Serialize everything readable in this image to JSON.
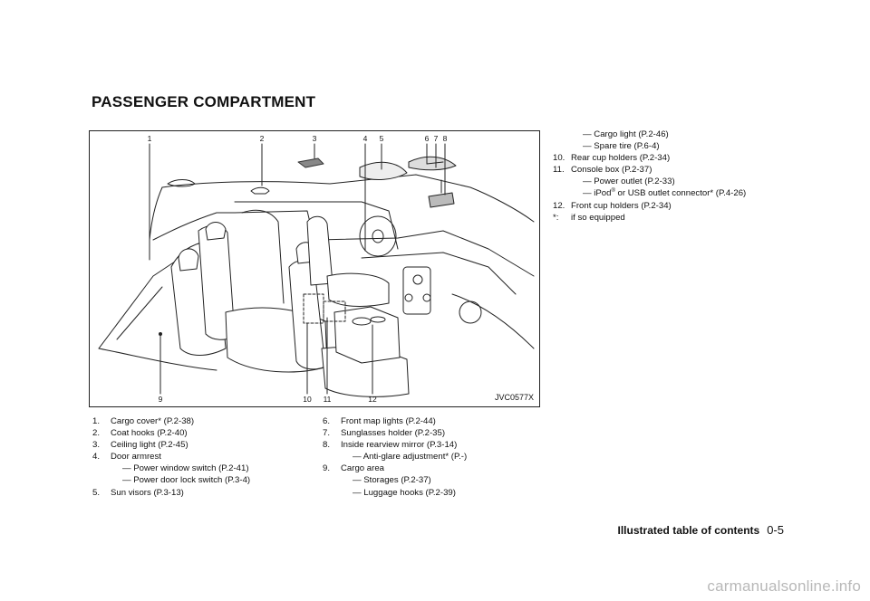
{
  "heading": "PASSENGER COMPARTMENT",
  "figure": {
    "code": "JVC0577X",
    "callouts_top": [
      "1",
      "2",
      "3",
      "4",
      "5",
      "6",
      "7",
      "8"
    ],
    "callouts_bottom": [
      "9",
      "10",
      "11",
      "12"
    ]
  },
  "legend_left": [
    {
      "num": "1.",
      "text": "Cargo cover* (P.2-38)"
    },
    {
      "num": "2.",
      "text": "Coat hooks (P.2-40)"
    },
    {
      "num": "3.",
      "text": "Ceiling light (P.2-45)"
    },
    {
      "num": "4.",
      "text": "Door armrest"
    },
    {
      "num": "",
      "text": "— Power window switch (P.2-41)"
    },
    {
      "num": "",
      "text": "— Power door lock switch (P.3-4)"
    },
    {
      "num": "5.",
      "text": "Sun visors (P.3-13)"
    }
  ],
  "legend_middle": [
    {
      "num": "6.",
      "text": "Front map lights (P.2-44)"
    },
    {
      "num": "7.",
      "text": "Sunglasses holder (P.2-35)"
    },
    {
      "num": "8.",
      "text": "Inside rearview mirror (P.3-14)"
    },
    {
      "num": "",
      "text": "— Anti-glare adjustment* (P.-)"
    },
    {
      "num": "9.",
      "text": "Cargo area"
    },
    {
      "num": "",
      "text": "— Storages (P.2-37)"
    },
    {
      "num": "",
      "text": "— Luggage hooks (P.2-39)"
    }
  ],
  "legend_right": [
    {
      "num": "",
      "text": "— Cargo light (P.2-46)"
    },
    {
      "num": "",
      "text": "— Spare tire (P.6-4)"
    },
    {
      "num": "10.",
      "text": "Rear cup holders (P.2-34)"
    },
    {
      "num": "11.",
      "text": "Console box (P.2-37)"
    },
    {
      "num": "",
      "text": "— Power outlet (P.2-33)"
    },
    {
      "num": "",
      "text": "— iPod",
      "sup": "®",
      "after": " or USB outlet connector* (P.4-26)"
    },
    {
      "num": "12.",
      "text": "Front cup holders (P.2-34)"
    },
    {
      "num": "*:",
      "text": "if so equipped"
    }
  ],
  "footer": {
    "title": "Illustrated table of contents",
    "page": "0-5"
  },
  "watermark": "carmanualsonline.info"
}
